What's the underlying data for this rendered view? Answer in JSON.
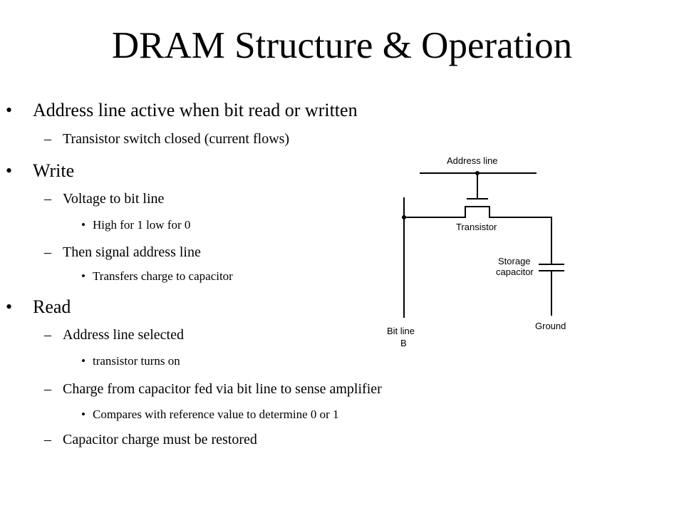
{
  "slide": {
    "title": "DRAM Structure & Operation",
    "bullets": [
      "Address line active when bit read or written",
      "Transistor switch closed (current flows)",
      "Write",
      "Voltage to bit line",
      "High for 1 low for 0",
      "Then signal address line",
      "Transfers charge to capacitor",
      "Read",
      "Address line selected",
      "transistor turns on",
      "Charge from capacitor fed via bit line to sense amplifier",
      "Compares with reference value to determine 0 or 1",
      "Capacitor charge must be restored"
    ],
    "markers": {
      "level1": "•",
      "level2": "–",
      "level3": "•"
    }
  },
  "diagram": {
    "address_line": "Address line",
    "transistor": "Transistor",
    "storage_capacitor_1": "Storage",
    "storage_capacitor_2": "capacitor",
    "bit_line_1": "Bit line",
    "bit_line_2": "B",
    "ground": "Ground"
  }
}
